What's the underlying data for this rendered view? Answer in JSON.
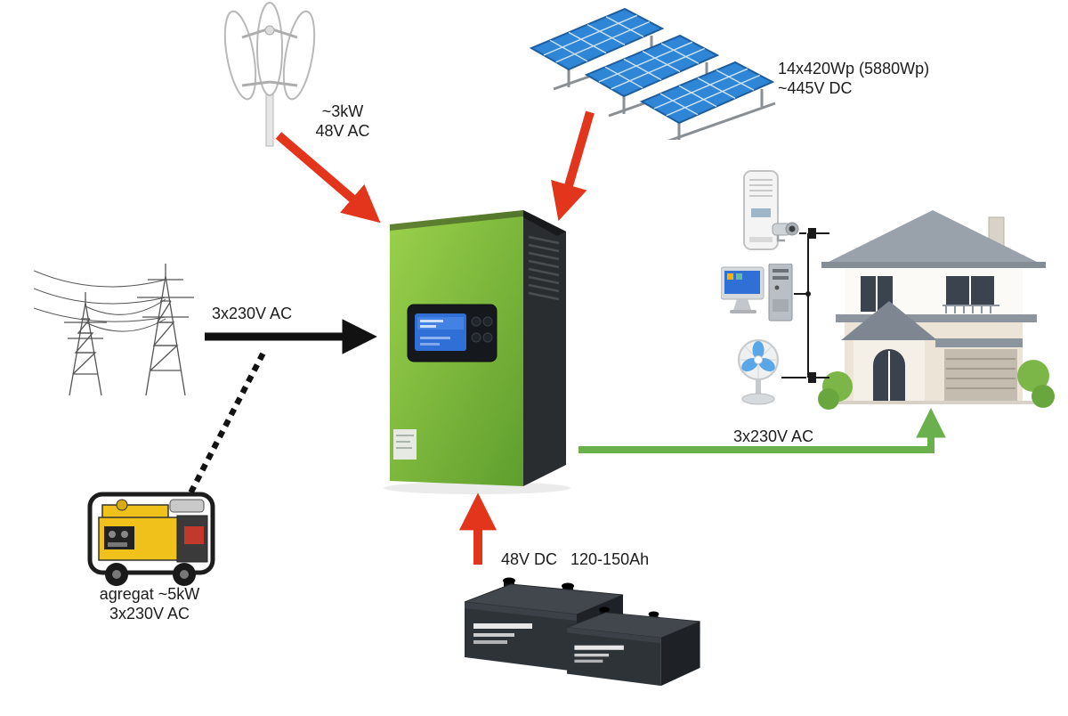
{
  "diagram": {
    "type": "hybrid-solar-inverter-system",
    "nodes": {
      "wind_turbine": {
        "icon": "wind-turbine-icon",
        "label_line1": "~3kW",
        "label_line2": "48V AC"
      },
      "solar_array": {
        "icon": "solar-panels-icon",
        "label_line1": "14x420Wp (5880Wp)",
        "label_line2": "~445V DC"
      },
      "power_grid": {
        "icon": "transmission-towers-icon",
        "label_line1": "3x230V AC"
      },
      "generator": {
        "icon": "generator-icon",
        "label_line1": "agregat ~5kW",
        "label_line2": "3x230V AC"
      },
      "battery_bank": {
        "icon": "battery-icon",
        "label_line1": "48V DC   120-150Ah"
      },
      "inverter": {
        "icon": "hybrid-inverter-icon"
      },
      "house": {
        "icon": "house-icon",
        "label_line1": "3x230V AC"
      },
      "loads": {
        "icons": [
          "hvac-unit-icon",
          "security-camera-icon",
          "desktop-computer-icon",
          "fan-icon"
        ]
      }
    },
    "connections": [
      {
        "from": "wind_turbine",
        "to": "inverter",
        "style": "red-arrow"
      },
      {
        "from": "solar_array",
        "to": "inverter",
        "style": "red-arrow"
      },
      {
        "from": "power_grid",
        "to": "inverter",
        "style": "black-arrow"
      },
      {
        "from": "generator",
        "to": "grid_line",
        "style": "black-dotted-line"
      },
      {
        "from": "battery_bank",
        "to": "inverter",
        "style": "red-arrow"
      },
      {
        "from": "inverter",
        "to": "house",
        "style": "green-arrow"
      },
      {
        "from": "house_bus",
        "to": "loads",
        "style": "thin-black-line"
      }
    ],
    "colors": {
      "arrow_red": "#e2351b",
      "arrow_black": "#121212",
      "arrow_green": "#6ab04c",
      "inverter_green": "#7ab836",
      "solar_blue": "#2f86d6",
      "generator_yellow": "#f0c11a",
      "battery_dark": "#2e3338"
    }
  }
}
